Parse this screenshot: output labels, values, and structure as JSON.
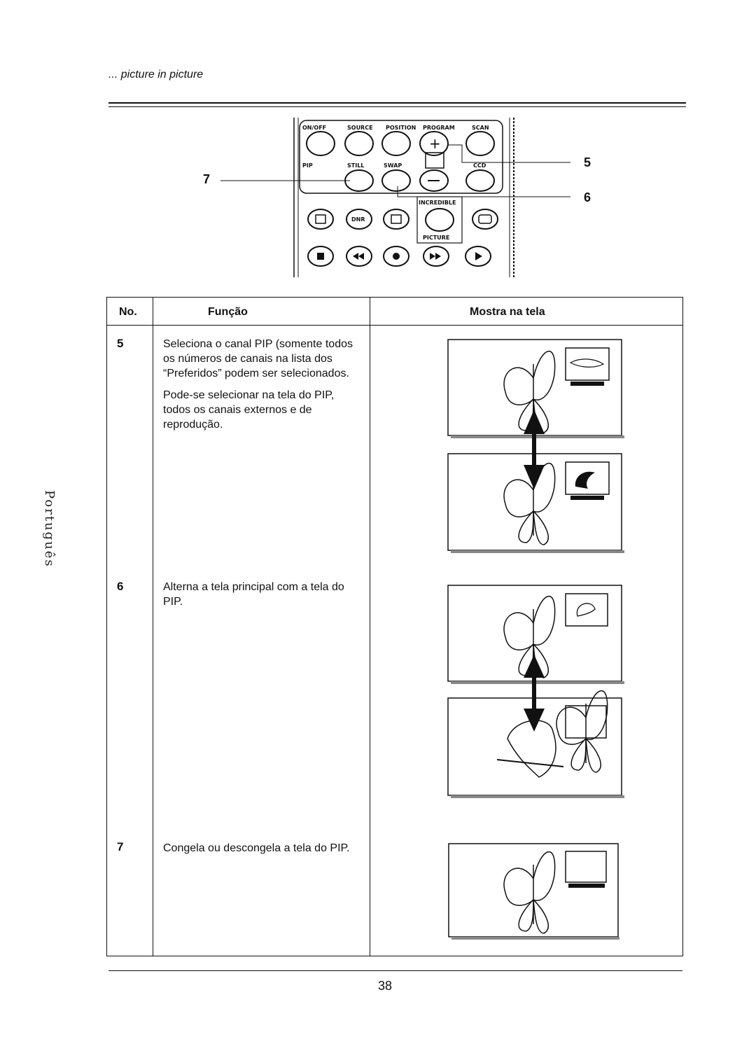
{
  "header": {
    "section_title": "... picture in picture"
  },
  "remote": {
    "button_labels": [
      "ON/OFF",
      "SOURCE",
      "POSITION",
      "PROGRAM",
      "SCAN"
    ],
    "row2_labels": [
      "PIP",
      "STILL",
      "SWAP",
      "CCD"
    ],
    "incredible_label": "INCREDIBLE",
    "picture_label": "PICTURE",
    "dnr_label": "DNR",
    "callouts": {
      "left": "7",
      "right_top": "5",
      "right_bottom": "6"
    }
  },
  "table": {
    "headers": {
      "no": "No.",
      "function": "Função",
      "screen": "Mostra na tela"
    },
    "rows": [
      {
        "no": "5",
        "text1": "Seleciona o canal PIP (somente todos os números de canais na lista dos “Preferidos” podem ser selecionados.",
        "text2": "Pode-se selecionar na tela do PIP, todos os canais externos e de reprodução."
      },
      {
        "no": "6",
        "text1": "Alterna a tela principal com a tela do PIP."
      },
      {
        "no": "7",
        "text1": "Congela ou descongela a tela do PIP."
      }
    ]
  },
  "sidebar": {
    "language": "Português"
  },
  "footer": {
    "page_number": "38"
  }
}
